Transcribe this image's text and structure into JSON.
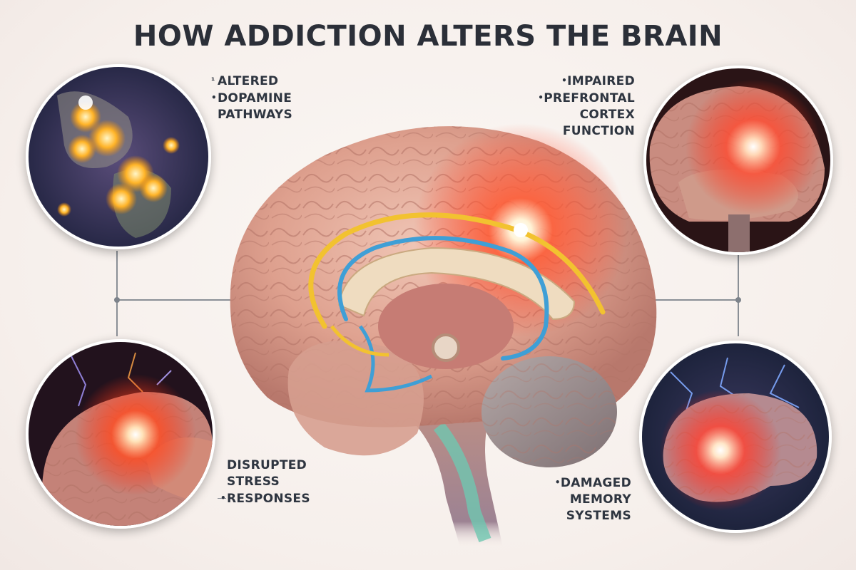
{
  "title": "HOW ADDICTION ALTERS THE BRAIN",
  "colors": {
    "background": "#f6efeb",
    "title_text": "#2b2f38",
    "label_text": "#2e3540",
    "connector": "#8a8f96",
    "glow_red": "#ff3b1f",
    "pathway_yellow": "#f2c230",
    "pathway_blue": "#3f9fd6",
    "brainstem_teal": "#6fc7b0"
  },
  "callouts": [
    {
      "id": "dopamine",
      "position": "top-left",
      "bullet_markers": [
        "¹",
        "•",
        ""
      ],
      "lines": [
        "ALTERED",
        "DOPAMINE",
        "PATHWAYS"
      ],
      "image": "neuron-synapse-glowing"
    },
    {
      "id": "prefrontal",
      "position": "top-right",
      "bullet_markers": [
        "•",
        "•",
        "",
        ""
      ],
      "lines": [
        "IMPAIRED",
        "PREFRONTAL",
        "CORTEX",
        "FUNCTION"
      ],
      "image": "brain-frontal-glow"
    },
    {
      "id": "stress",
      "position": "bottom-left",
      "bullet_markers": [
        "",
        "",
        "•"
      ],
      "lines": [
        "DISRUPTED",
        "STRESS",
        "RESPONSES"
      ],
      "image": "brain-lightning-glow"
    },
    {
      "id": "memory",
      "position": "bottom-right",
      "bullet_markers": [
        "•",
        "",
        ""
      ],
      "lines": [
        "DAMAGED",
        "MEMORY",
        "SYSTEMS"
      ],
      "image": "brain-electric-storm"
    }
  ],
  "center_image": "sagittal-brain-with-reward-pathways"
}
